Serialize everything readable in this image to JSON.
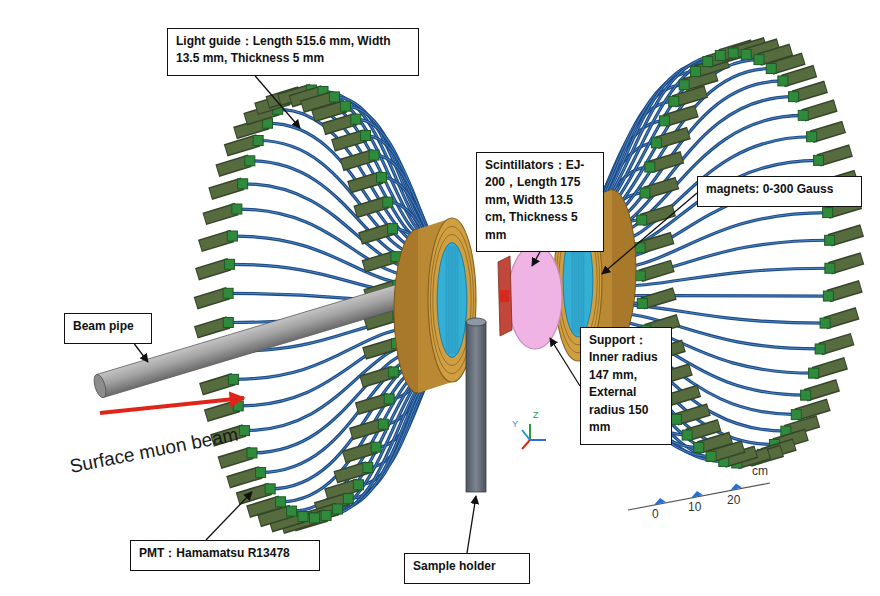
{
  "diagram": {
    "nodes": [
      {
        "text": [
          "Light guide：Length 515.6 mm, Width 13.5 mm, Thickness 5 mm"
        ]
      },
      {
        "text": [
          "Scintillators：EJ-200，Length 175 mm, Width 13.5 cm, Thickness 5 mm"
        ]
      },
      {
        "text": [
          "magnets: 0-300 Gauss"
        ]
      },
      {
        "text": [
          "Beam pipe"
        ]
      },
      {
        "text": [
          "Support：Inner radius 147 mm, External radius 150 mm"
        ]
      },
      {
        "text": [
          "PMT：Hamamatsu R13478"
        ]
      },
      {
        "text": [
          "Sample holder"
        ]
      }
    ],
    "labels": [
      "Surface muon beam",
      "Y",
      "Z",
      "cm",
      "0",
      "10",
      "20"
    ]
  }
}
